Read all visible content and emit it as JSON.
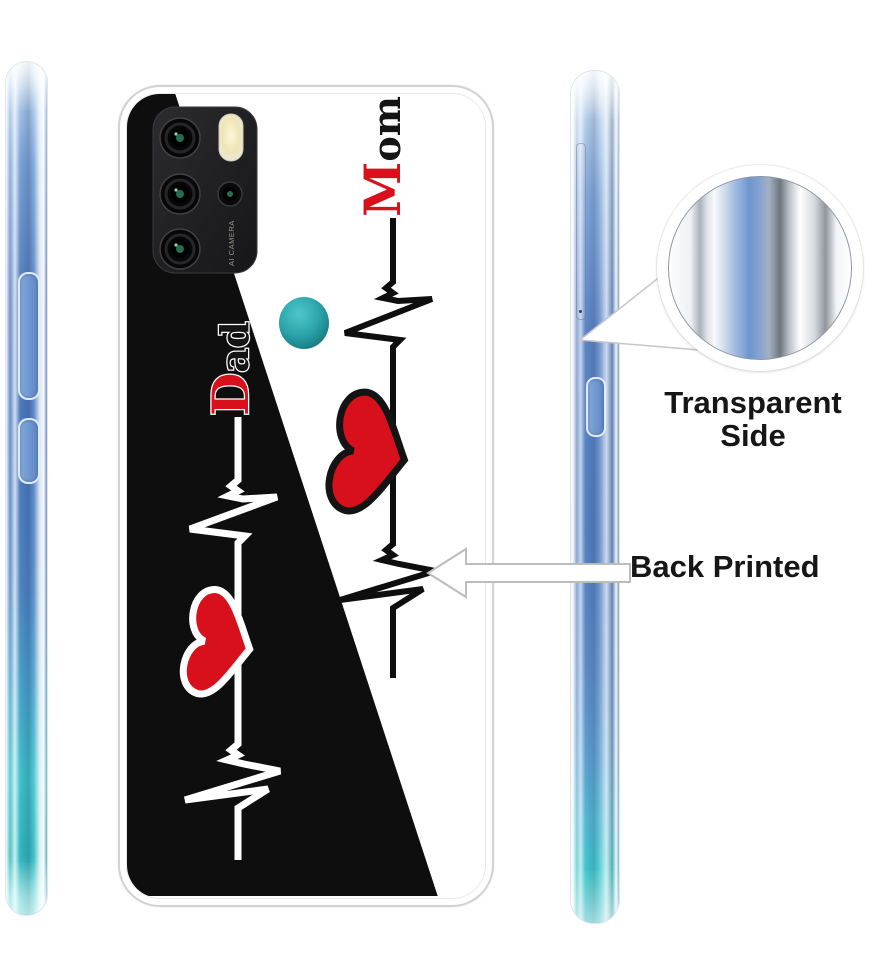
{
  "image_type": "product-photo-phone-case",
  "case_design": {
    "mom_first": "M",
    "mom_rest": "om",
    "dad_first": "D",
    "dad_rest": "ad",
    "ai_camera_label": "AI CAMERA"
  },
  "callouts": {
    "transparent_side": "Transparent Side",
    "back_printed": "Back Printed"
  },
  "colors": {
    "accent-red": "#d8101c",
    "dot-teal": "#2ba4ab",
    "design-black": "#0e0e0e",
    "phone-blue": "#5680c2",
    "phone-teal": "#3fc9ce"
  }
}
